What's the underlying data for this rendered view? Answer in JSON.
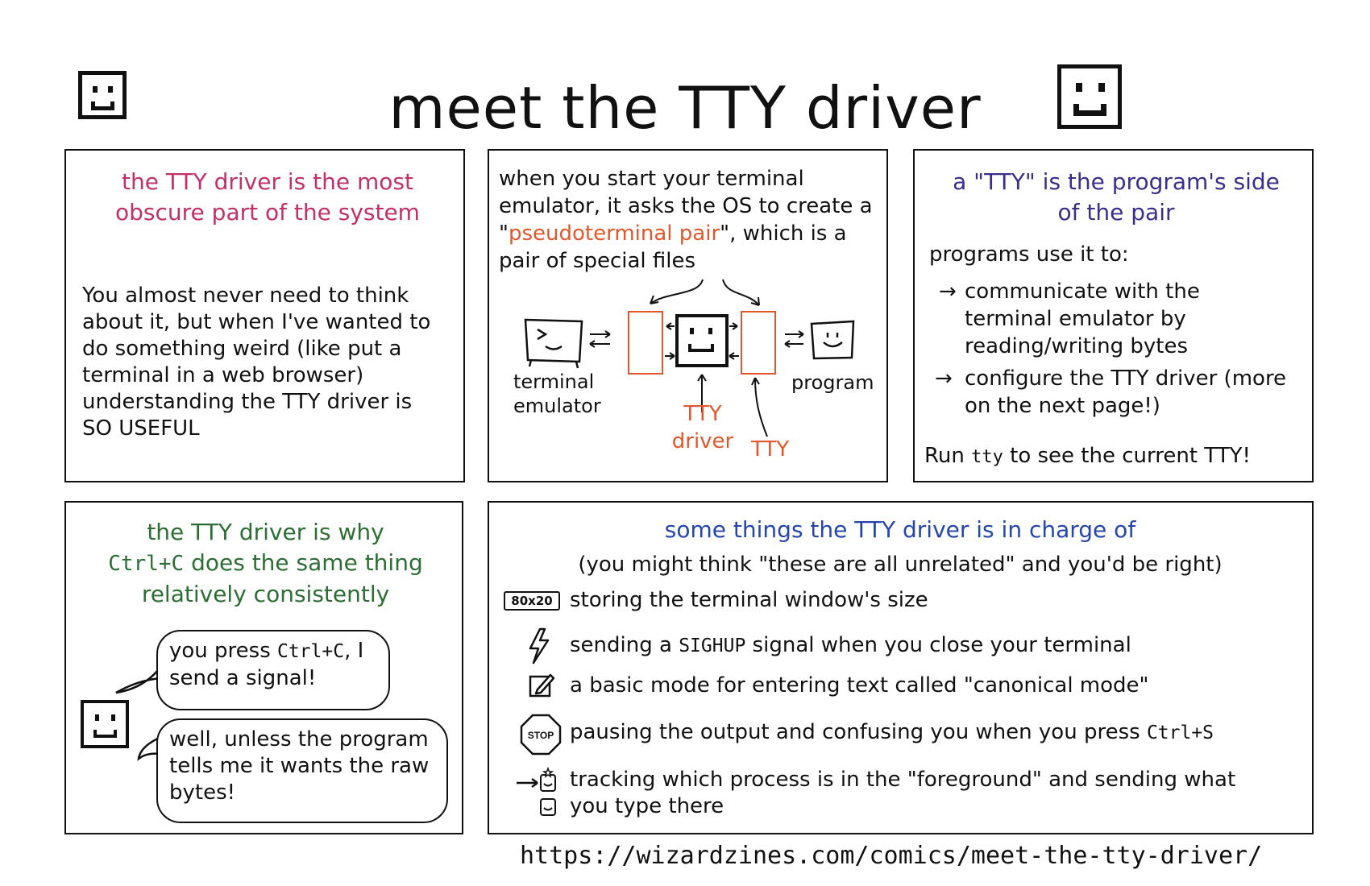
{
  "title": "meet the TTY driver",
  "panel1": {
    "heading": "the TTY driver is the most obscure part of the system",
    "body": "You almost never need to think about it, but when I've wanted to do something weird (like put a terminal in a web browser) understanding the TTY driver is SO USEFUL"
  },
  "panel2": {
    "intro_a": "when you start your terminal emulator, it asks the OS to create a \"",
    "intro_highlight": "pseudoterminal pair",
    "intro_b": "\", which is a pair of special files",
    "label_terminal": "terminal emulator",
    "label_program": "program",
    "label_tty_driver": "TTY driver",
    "label_tty": "TTY"
  },
  "panel3": {
    "heading": "a \"TTY\" is the program's side of the pair",
    "lead": "programs use it to:",
    "items": [
      "communicate with the terminal emulator by reading/writing bytes",
      "configure the TTY driver (more on the next page!)"
    ],
    "footer_a": "Run ",
    "footer_code": "tty",
    "footer_b": " to see the current TTY!"
  },
  "panel4": {
    "heading_a": "the TTY driver is why",
    "heading_code": "Ctrl+C",
    "heading_b": " does the same thing relatively consistently",
    "bubble1_a": "you press ",
    "bubble1_code": "Ctrl+C",
    "bubble1_b": ", I send a signal!",
    "bubble2": "well, unless the program tells me it wants the raw bytes!"
  },
  "panel5": {
    "heading": "some things the TTY driver is in charge of",
    "subheading": "(you might think \"these are all unrelated\" and you'd be right)",
    "size_icon": "80x20",
    "stop_icon": "STOP",
    "item1": "storing the terminal window's size",
    "item2_a": "sending a ",
    "item2_code": "SIGHUP",
    "item2_b": " signal when you close your terminal",
    "item3": "a basic mode for entering text called \"canonical mode\"",
    "item4_a": "pausing the output and confusing you when you press ",
    "item4_code": "Ctrl+S",
    "item5": "tracking which process is in the \"foreground\" and sending what you type there"
  },
  "url": "https://wizardzines.com/comics/meet-the-tty-driver/",
  "colors": {
    "pink": "#c2306a",
    "orange": "#e2572b",
    "purple": "#3a2e8c",
    "green": "#2c6e34",
    "blue": "#2547ad"
  }
}
